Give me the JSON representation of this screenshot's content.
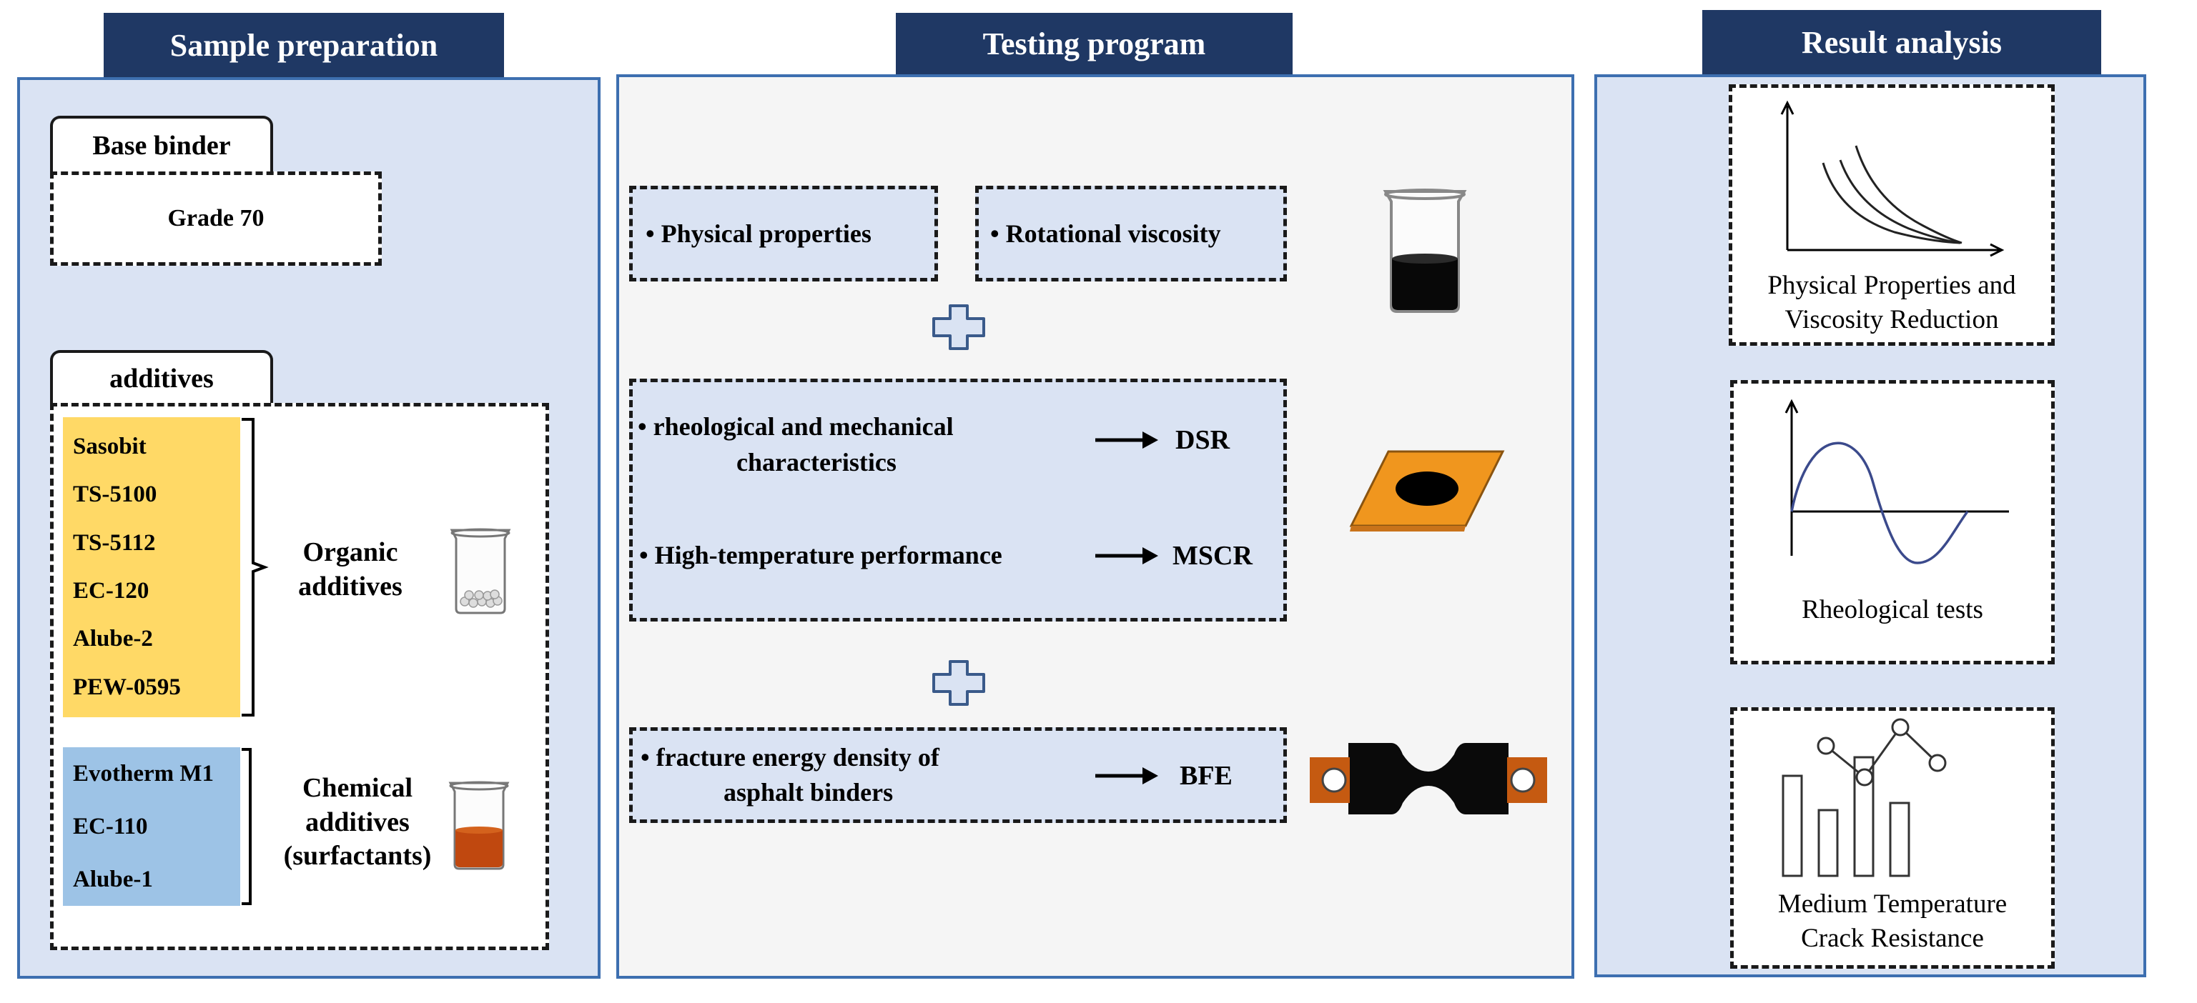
{
  "headers": {
    "sample": "Sample preparation",
    "testing": "Testing program",
    "result": "Result analysis"
  },
  "sample": {
    "base_binder_tab": "Base binder",
    "grade": "Grade 70",
    "additives_tab": "additives",
    "organic_items": [
      "Sasobit",
      "TS-5100",
      "TS-5112",
      "EC-120",
      "Alube-2",
      "PEW-0595"
    ],
    "organic_label": [
      "Organic",
      "additives"
    ],
    "chemical_items": [
      "Evotherm M1",
      "EC-110",
      "Alube-1"
    ],
    "chemical_label": [
      "Chemical",
      "additives",
      "(surfactants)"
    ],
    "colors": {
      "organic_fill": "#ffd966",
      "chemical_fill": "#9dc3e6"
    }
  },
  "testing": {
    "physical": "• Physical properties",
    "viscosity": "• Rotational viscosity",
    "rheo_line1": "• rheological and mechanical",
    "rheo_line2": "characteristics",
    "dsr": "DSR",
    "high_temp": "• High-temperature performance",
    "mscr": "MSCR",
    "fracture_line1": "• fracture energy density of",
    "fracture_line2": "asphalt binders",
    "bfe": "BFE",
    "colors": {
      "plate": "#f0961e",
      "specimen_tab": "#c55a11"
    }
  },
  "result": {
    "physical_line1": "Physical Properties and",
    "physical_line2": "Viscosity Reduction",
    "rheological": "Rheological tests",
    "crack_line1": "Medium Temperature",
    "crack_line2": "Crack Resistance"
  }
}
